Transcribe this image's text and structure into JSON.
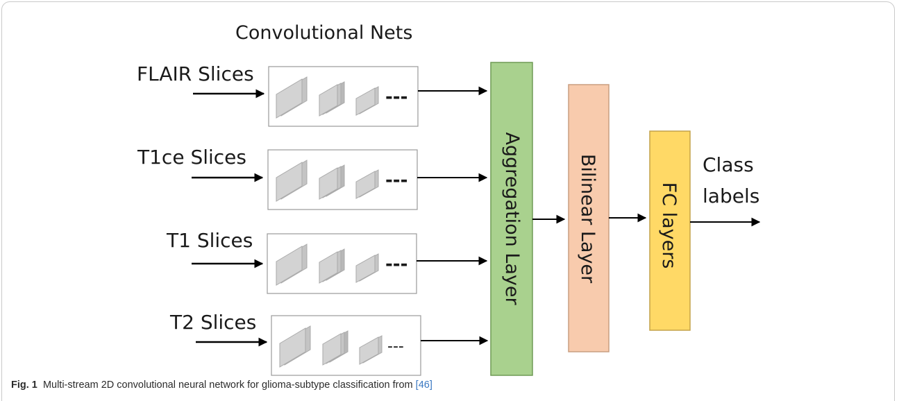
{
  "title": "Convolutional Nets",
  "inputs": [
    "FLAIR Slices",
    "T1ce Slices",
    "T1 Slices",
    "T2 Slices"
  ],
  "ellipsis": "---",
  "layers": {
    "aggregation": "Aggregation Layer",
    "bilinear": "Bilinear Layer",
    "fc": "FC layers"
  },
  "output": [
    "Class",
    "labels"
  ],
  "colors": {
    "aggregation": "#a9d18e",
    "bilinear": "#f8cbad",
    "fc": "#ffd966",
    "feature_map": "#bfbfbf"
  },
  "caption": {
    "fig_label": "Fig. 1",
    "text": "Multi-stream 2D convolutional neural network for glioma-subtype classification from ",
    "ref": "[46]"
  }
}
